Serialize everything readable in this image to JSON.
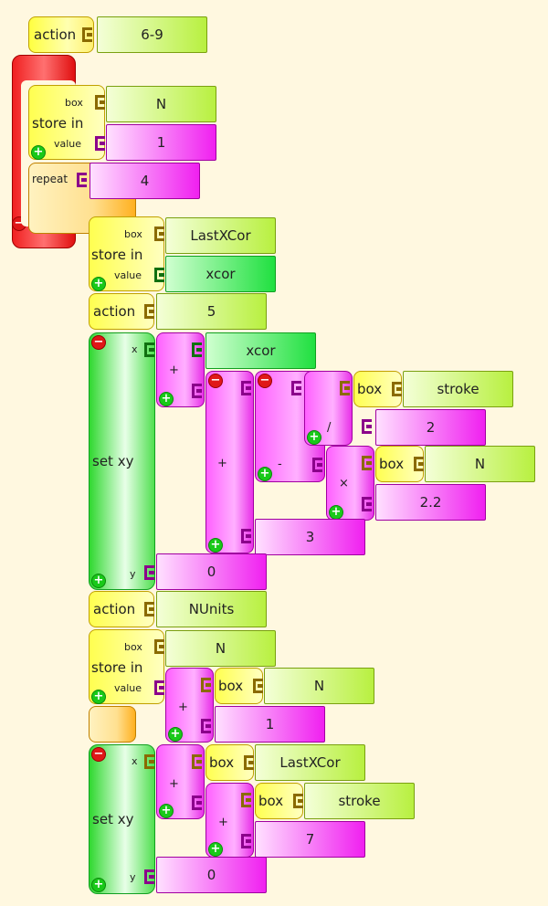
{
  "action_top": {
    "label": "action",
    "name_value": "6-9"
  },
  "store1": {
    "label": "store in",
    "box_label": "box",
    "value_label": "value",
    "box_value": "N",
    "value_value": "1"
  },
  "repeat": {
    "label": "repeat",
    "count": "4"
  },
  "store2": {
    "label": "store in",
    "box_label": "box",
    "value_label": "value",
    "box_value": "LastXCor",
    "value_value": "xcor"
  },
  "action5": {
    "label": "action",
    "name_value": "5"
  },
  "setxy1": {
    "label": "set xy",
    "x_label": "x",
    "y_label": "y",
    "x_plus": {
      "op": "+",
      "arg1": "xcor"
    },
    "inner_plus": {
      "op": "+",
      "arg2": "3"
    },
    "minus": {
      "op": "-"
    },
    "divide": {
      "op": "/",
      "box_label": "box",
      "box_value": "stroke",
      "divisor": "2"
    },
    "times": {
      "op": "×",
      "box_label": "box",
      "box_value": "N",
      "factor": "2.2"
    },
    "y_value": "0"
  },
  "action_nunits": {
    "label": "action",
    "name_value": "NUnits"
  },
  "store3": {
    "label": "store in",
    "box_label": "box",
    "value_label": "value",
    "box_value": "N",
    "plus": {
      "op": "+",
      "box_label": "box",
      "box_value": "N",
      "addend": "1"
    }
  },
  "setxy2": {
    "label": "set xy",
    "x_label": "x",
    "y_label": "y",
    "x_plus": {
      "op": "+",
      "box_label": "box",
      "box_value": "LastXCor"
    },
    "inner_plus": {
      "op": "+",
      "box_label": "box",
      "box_value": "stroke",
      "addend": "7"
    },
    "y_value": "0"
  }
}
